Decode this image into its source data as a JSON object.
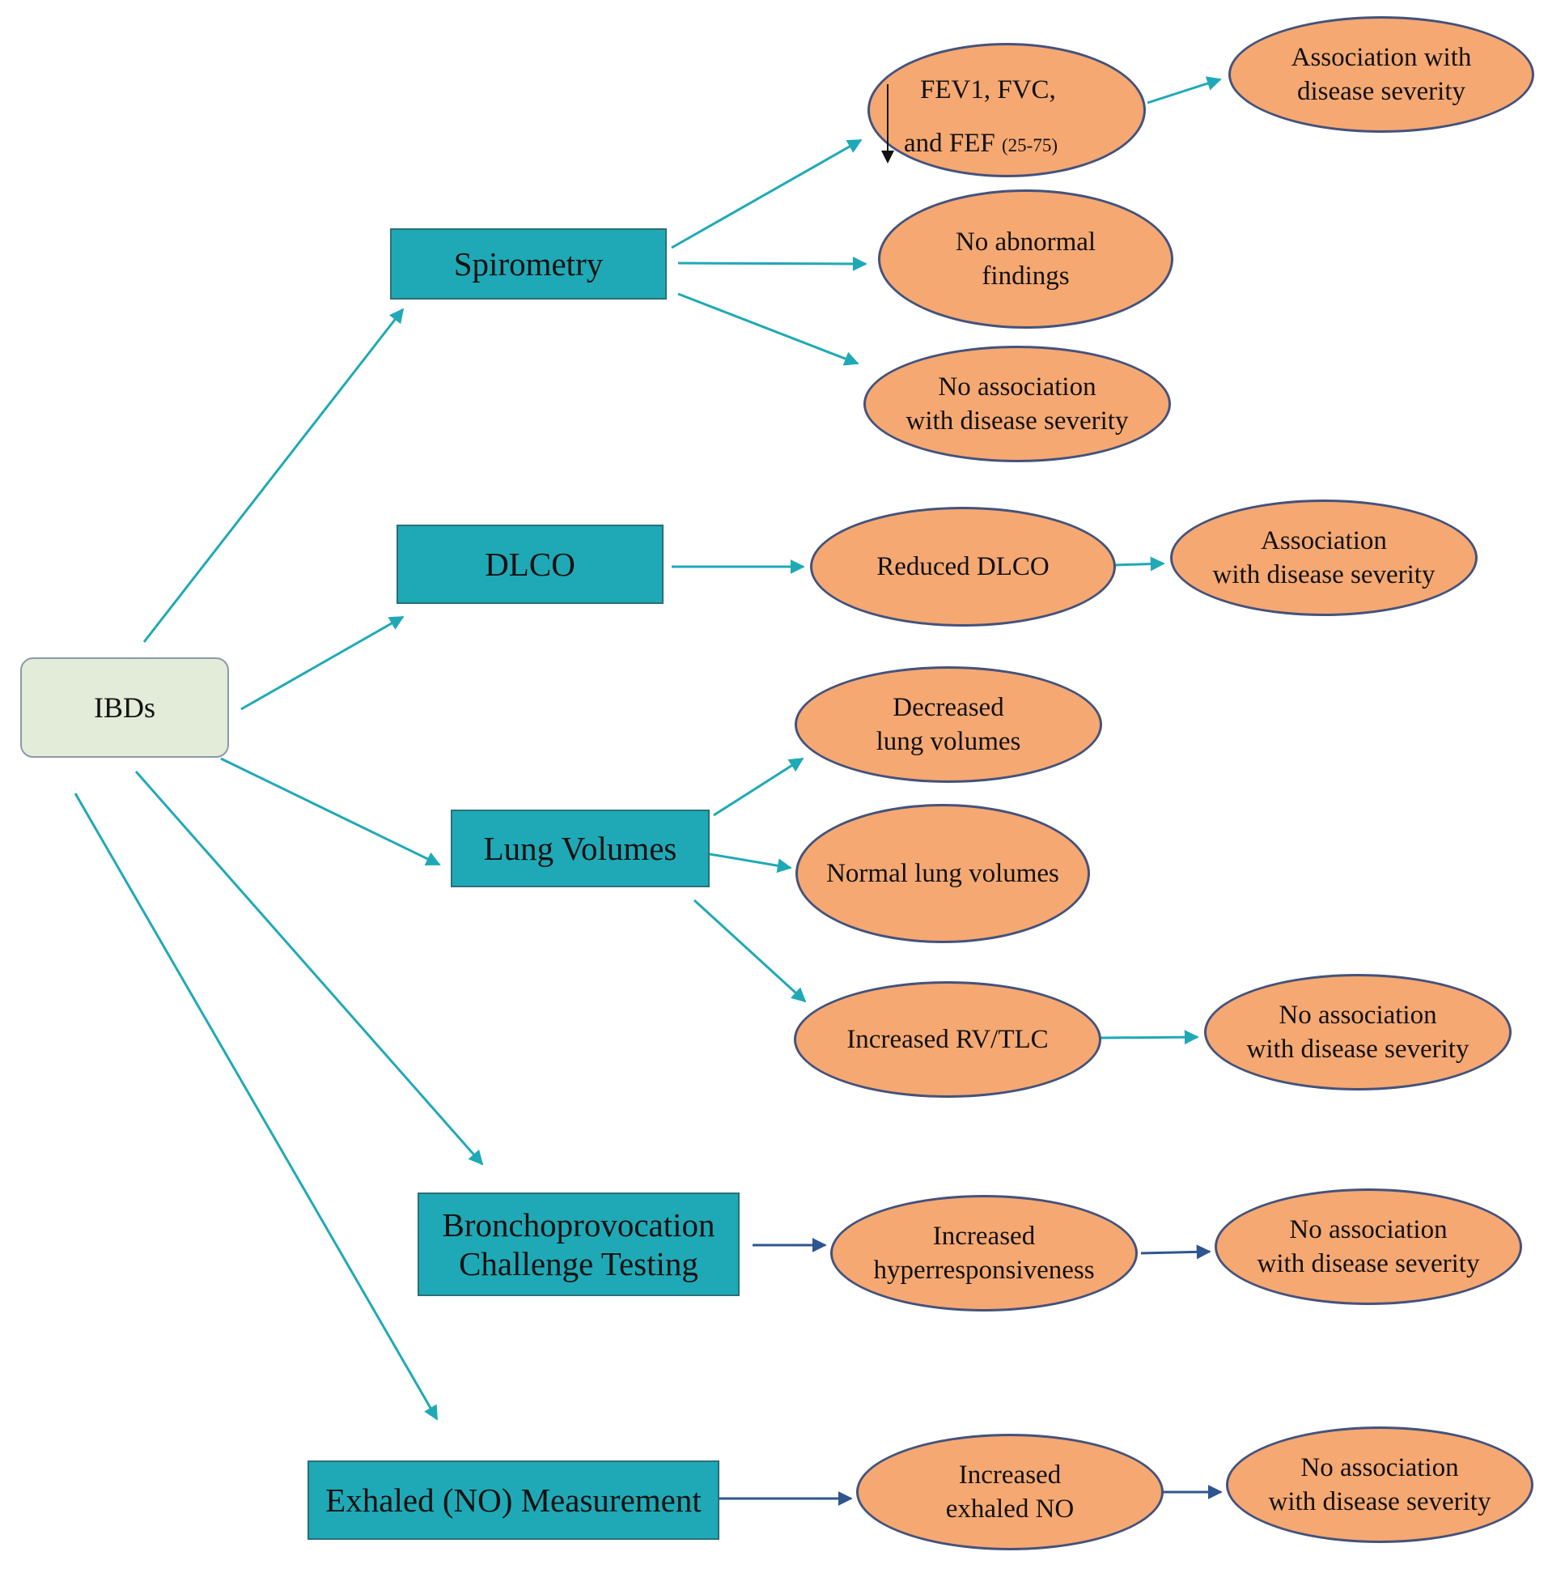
{
  "colors": {
    "root_fill": "#e3ecd8",
    "box_fill": "#1fa9b6",
    "oval_fill": "#f5a872",
    "oval_border": "#44527c",
    "connector_teal": "#1fa9b6",
    "connector_blue": "#2e5590"
  },
  "root": {
    "label": "IBDs"
  },
  "tests": {
    "spirometry": "Spirometry",
    "dlco": "DLCO",
    "lung_volumes": "Lung Volumes",
    "broncho_line1": "Bronchoprovocation",
    "broncho_line2": "Challenge Testing",
    "exhaled_no": "Exhaled (NO) Measurement"
  },
  "findings": {
    "fev_line1": "FEV1, FVC,",
    "fev_line2": "and FEF",
    "fev_sub": "(25-75)",
    "fev_arrow_icon": "down-arrow-icon",
    "spiro_assoc_line1": "Association with",
    "spiro_assoc_line2": "disease severity",
    "no_abnormal_line1": "No abnormal",
    "no_abnormal_line2": "findings",
    "spiro_noassoc_line1": "No association",
    "spiro_noassoc_line2": "with disease severity",
    "reduced_dlco": "Reduced DLCO",
    "dlco_assoc_line1": "Association",
    "dlco_assoc_line2": "with disease severity",
    "decreased_line1": "Decreased",
    "decreased_line2": "lung volumes",
    "normal_volumes": "Normal lung volumes",
    "increased_rvtlc": "Increased RV/TLC",
    "rvtlc_noassoc_line1": "No association",
    "rvtlc_noassoc_line2": "with disease severity",
    "hyper_line1": "Increased",
    "hyper_line2": "hyperresponsiveness",
    "hyper_noassoc_line1": "No association",
    "hyper_noassoc_line2": "with disease severity",
    "exno_line1": "Increased",
    "exno_line2": "exhaled NO",
    "exno_noassoc_line1": "No association",
    "exno_noassoc_line2": "with disease severity"
  }
}
